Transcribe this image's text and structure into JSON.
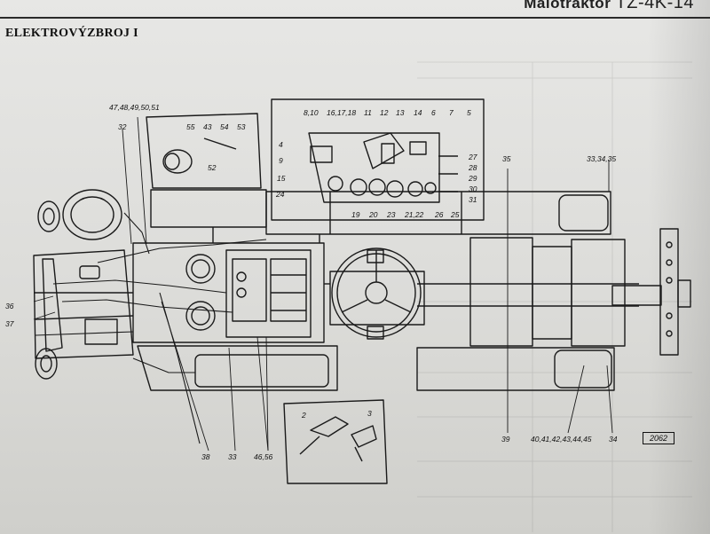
{
  "header": {
    "title_prefix": "Malotraktor ",
    "title_model": "TZ-4K-14"
  },
  "section_title": "ELEKTROVÝZBROJ I",
  "figure": {
    "number": "2062",
    "callouts": {
      "c_47_52": "47,48,49,50,51",
      "c_32": "32",
      "c_55": "55",
      "c_43": "43",
      "c_54": "54",
      "c_53": "53",
      "c_52": "52",
      "c_8_10": "8,10",
      "c_16_18": "16,17,18",
      "c_11": "11",
      "c_12": "12",
      "c_13": "13",
      "c_14": "14",
      "c_6": "6",
      "c_7": "7",
      "c_5": "5",
      "c_4": "4",
      "c_9": "9",
      "c_15": "15",
      "c_24": "24",
      "c_19": "19",
      "c_20": "20",
      "c_23": "23",
      "c_21_22": "21,22",
      "c_26": "26",
      "c_25": "25",
      "c_27": "27",
      "c_28": "28",
      "c_29": "29",
      "c_30": "30",
      "c_31": "31",
      "c_35": "35",
      "c_33_35": "33,34,35",
      "c_36": "36",
      "c_37": "37",
      "c_38": "38",
      "c_33": "33",
      "c_46_56": "46,56",
      "c_2": "2",
      "c_3": "3",
      "c_39": "39",
      "c_40_45": "40,41,42,43,44,45",
      "c_34": "34"
    }
  }
}
